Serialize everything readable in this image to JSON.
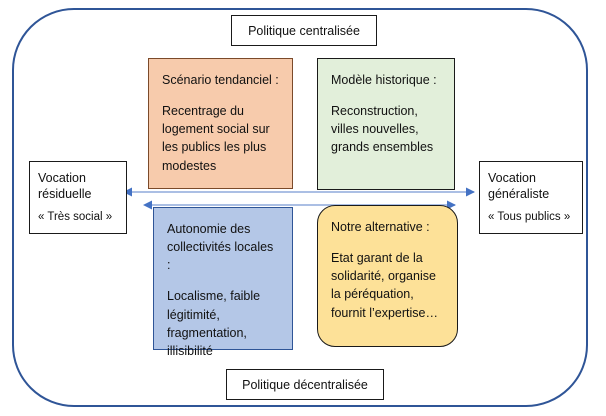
{
  "diagram": {
    "title": "Matrice politique centralisee/decentralisee - vocation residuelle/generaliste",
    "accent_color": "#2f5597",
    "axes": {
      "vertical": {
        "top_label": "Politique centralisée",
        "bottom_label": "Politique décentralisée",
        "arrow_color": "#5b8ad4"
      },
      "horizontal": {
        "left_title": "Vocation résiduelle",
        "left_subtitle": "« Très social »",
        "right_title": "Vocation généraliste",
        "right_subtitle": "« Tous publics »",
        "arrow_color": "#5b8ad4"
      }
    },
    "quadrants": [
      {
        "id": "top-left",
        "title": "Scénario tendanciel :",
        "body": "Recentrage du logement social sur les publics les plus modestes",
        "fill": "#f7cbac",
        "border": "#7b4a2a",
        "shape": "rectangle"
      },
      {
        "id": "top-right",
        "title": "Modèle historique :",
        "body": "Reconstruction, villes nouvelles, grands ensembles",
        "fill": "#e2efda",
        "border": "#1a1a1a",
        "shape": "rectangle"
      },
      {
        "id": "bottom-left",
        "title": "Autonomie des collectivités locales :",
        "body": "Localisme, faible légitimité, fragmentation, illisibilité",
        "fill": "#b4c7e7",
        "border": "#2f5597",
        "shape": "rectangle"
      },
      {
        "id": "bottom-right",
        "title": "Notre alternative :",
        "body": "Etat garant de la solidarité, organise la péréquation, fournit l’expertise…",
        "fill": "#fde198",
        "border": "#1a1a1a",
        "shape": "rounded-rectangle"
      }
    ]
  }
}
